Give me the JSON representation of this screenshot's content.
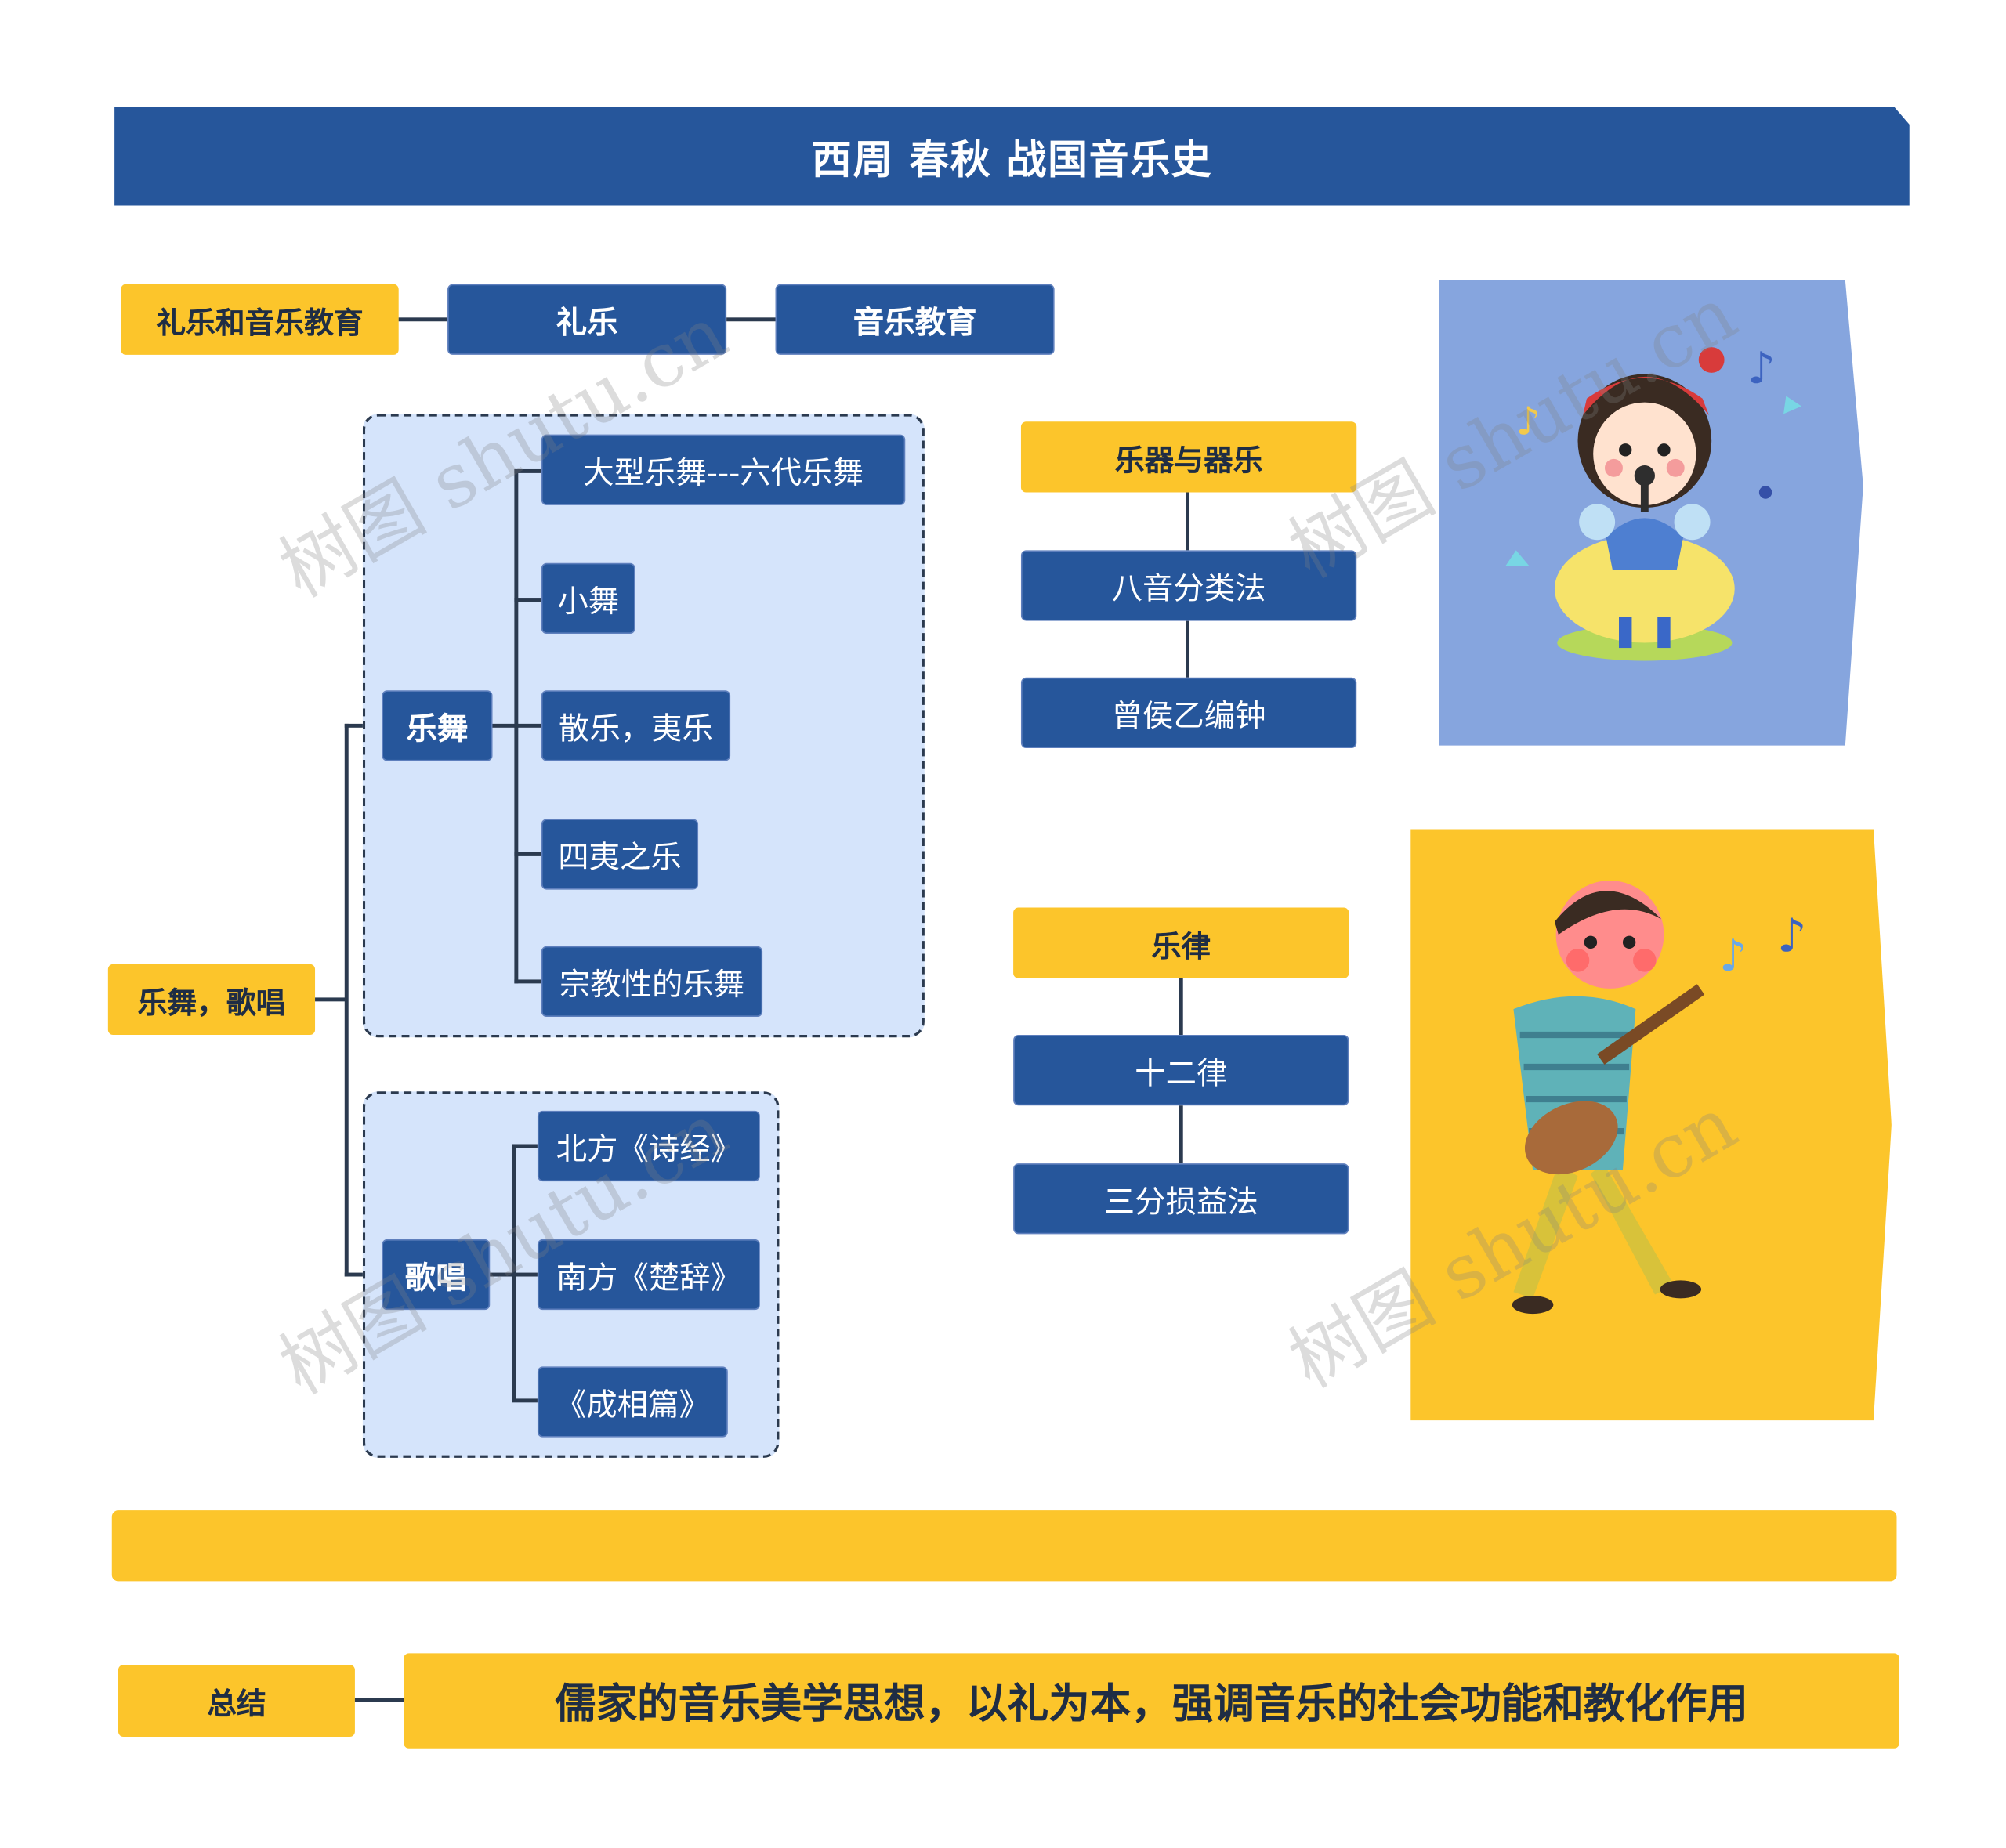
{
  "title": "西周 春秋 战国音乐史",
  "row1": {
    "left": "礼乐和音乐教育",
    "mid": "礼乐",
    "right": "音乐教育"
  },
  "dance_song": {
    "root": "乐舞，歌唱",
    "dance": {
      "label": "乐舞",
      "items": [
        "大型乐舞---六代乐舞",
        "小舞",
        "散乐，夷乐",
        "四夷之乐",
        "宗教性的乐舞"
      ]
    },
    "song": {
      "label": "歌唱",
      "items": [
        "北方《诗经》",
        "南方《楚辞》",
        "《成相篇》"
      ]
    }
  },
  "instruments": {
    "label": "乐器与器乐",
    "items": [
      "八音分类法",
      "曾侯乙编钟"
    ]
  },
  "temperament": {
    "label": "乐律",
    "items": [
      "十二律",
      "三分损益法"
    ]
  },
  "summary": {
    "label": "总结",
    "text": "儒家的音乐美学思想，以礼为本，强调音乐的社会功能和教化作用"
  },
  "watermark": "树图 shutu.cn",
  "colors": {
    "navy": "#26569b",
    "yellow": "#fcc52b",
    "panel": "#d5e4fb",
    "line": "#2b3a4f"
  }
}
